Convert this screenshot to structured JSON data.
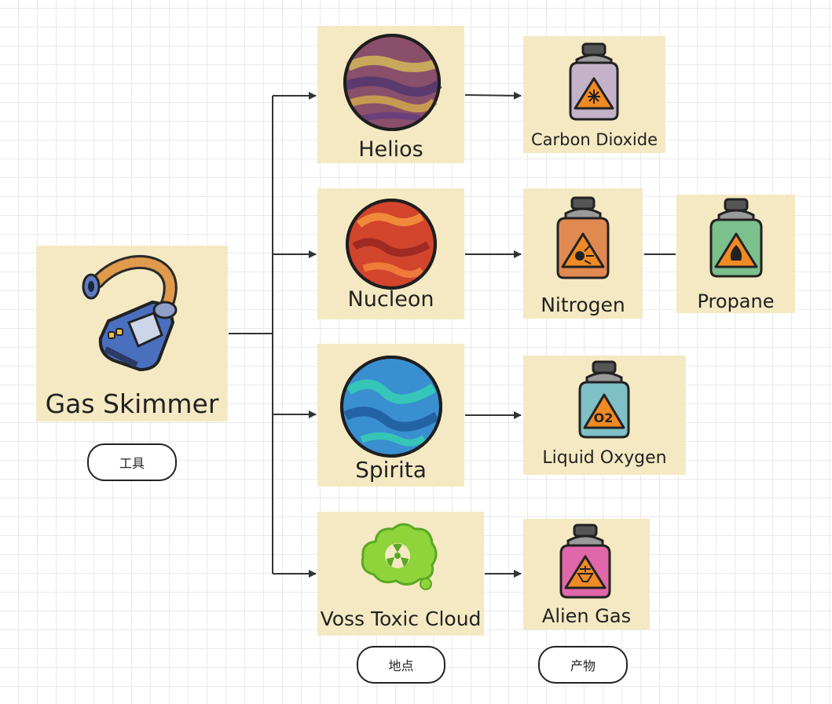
{
  "tool": {
    "name": "Gas Skimmer",
    "icon": "gas-skimmer-icon"
  },
  "locations": [
    {
      "name": "Helios",
      "icon": "helios-planet-icon"
    },
    {
      "name": "Nucleon",
      "icon": "nucleon-planet-icon"
    },
    {
      "name": "Spirita",
      "icon": "spirita-planet-icon"
    },
    {
      "name": "Voss Toxic Cloud",
      "icon": "toxic-cloud-icon"
    }
  ],
  "products": [
    {
      "name": "Carbon Dioxide",
      "icon": "snowflake-canister-icon",
      "color": "#c4b3c8"
    },
    {
      "name": "Nitrogen",
      "icon": "explosive-canister-icon",
      "color": "#e08a52"
    },
    {
      "name": "Propane",
      "icon": "flame-canister-icon",
      "color": "#7cc08e"
    },
    {
      "name": "Liquid Oxygen",
      "icon": "o2-canister-icon",
      "color": "#7fbfc6",
      "symbol": "O2"
    },
    {
      "name": "Alien Gas",
      "icon": "alien-canister-icon",
      "color": "#e067a9"
    }
  ],
  "legend": {
    "tool": "工具",
    "location": "地点",
    "product": "产物"
  },
  "colors": {
    "card": "#f5e9c3",
    "line": "#333333",
    "hazard": "#f08a24"
  }
}
